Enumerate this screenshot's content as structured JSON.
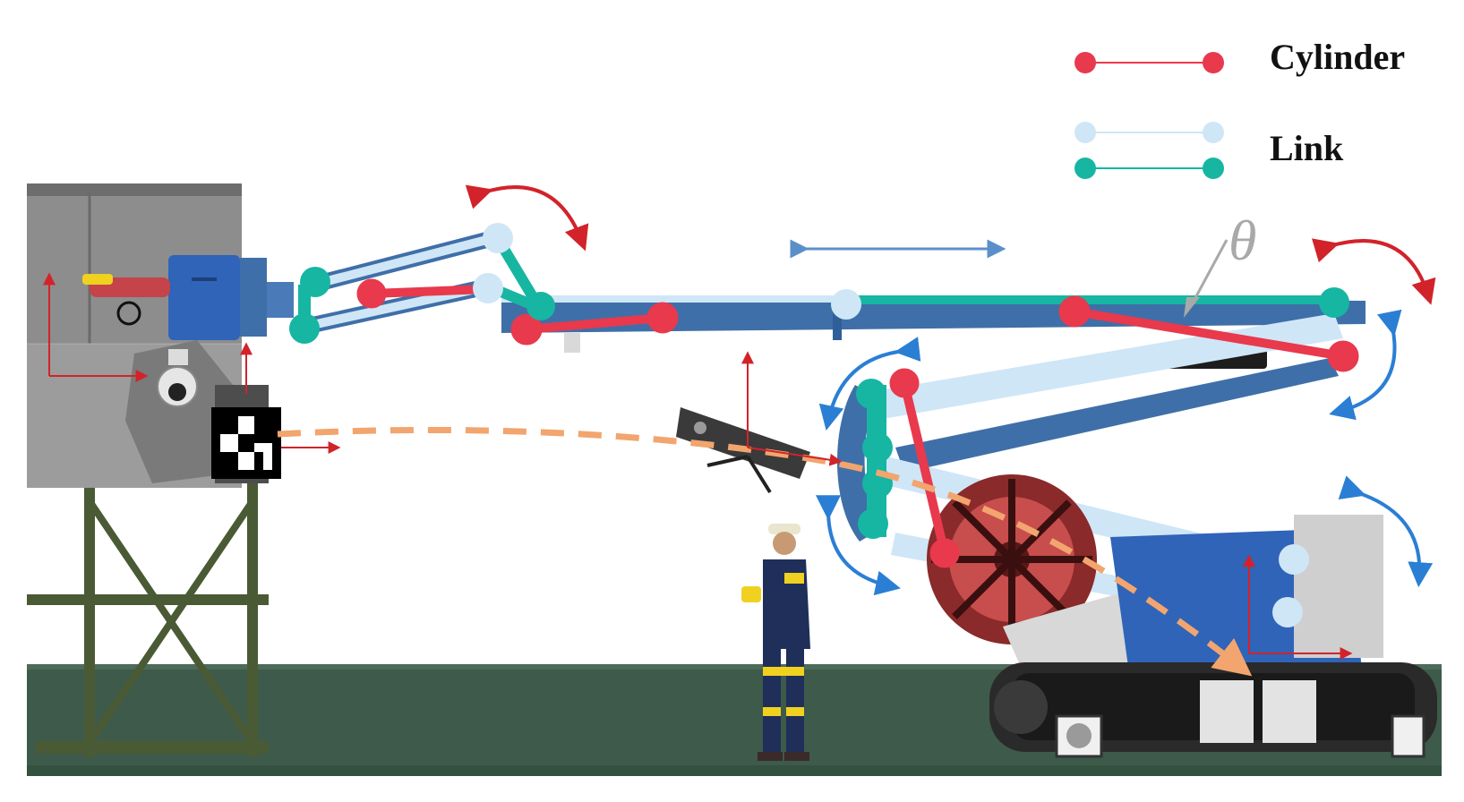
{
  "legend": {
    "cylinder_label": "Cylinder",
    "link_label": "Link"
  },
  "annotations": {
    "angle_symbol": "θ"
  },
  "colors": {
    "cylinder": "#e8394d",
    "link_light": "#cfe6f7",
    "link_teal": "#16b6a2",
    "boom_blue": "#3f6fa8",
    "motion_arrow_red": "#d2232a",
    "motion_arrow_blue": "#2a7fd4",
    "laser_path": "#f2a56e",
    "ground": "#3e5a4a"
  },
  "icons": [
    "fire-nozzle-icon",
    "camera-dome-icon",
    "fiducial-marker-icon",
    "lidar-sensor-icon",
    "worker-figure-icon"
  ]
}
